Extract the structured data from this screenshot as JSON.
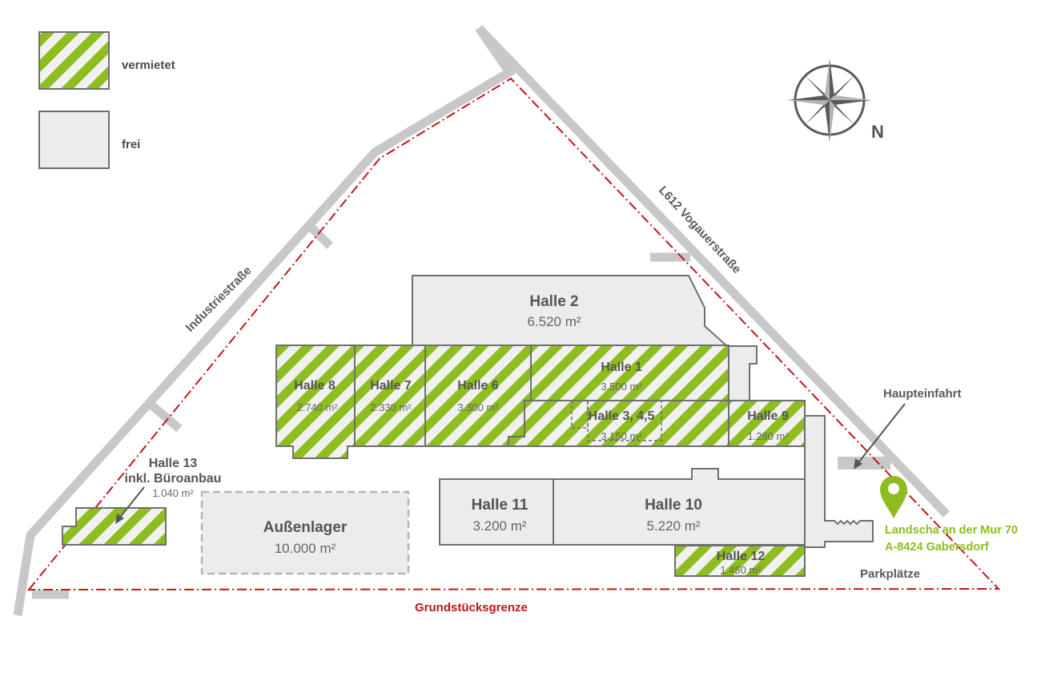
{
  "legend": {
    "rented_label": "vermietet",
    "free_label": "frei"
  },
  "compass": {
    "north_label": "N"
  },
  "roads": {
    "industriestrasse": "Industriestraße",
    "vogauerstrasse": "L612 Vogauerstraße"
  },
  "halls": {
    "halle2": {
      "name": "Halle 2",
      "area": "6.520 m²",
      "status": "frei"
    },
    "halle1": {
      "name": "Halle 1",
      "area": "3.500 m²",
      "status": "vermietet"
    },
    "halle8": {
      "name": "Halle 8",
      "area": "2.740 m²",
      "status": "vermietet"
    },
    "halle7": {
      "name": "Halle 7",
      "area": "2.330 m²",
      "status": "vermietet"
    },
    "halle6": {
      "name": "Halle 6",
      "area": "3.300 m²",
      "status": "vermietet"
    },
    "halle345": {
      "name": "Halle 3, 4,5",
      "area": "3.150 m²",
      "status": "vermietet"
    },
    "halle9": {
      "name": "Halle 9",
      "area": "1.280 m²",
      "status": "vermietet"
    },
    "halle11": {
      "name": "Halle 11",
      "area": "3.200 m²",
      "status": "frei"
    },
    "halle10": {
      "name": "Halle 10",
      "area": "5.220 m²",
      "status": "frei"
    },
    "halle12": {
      "name": "Halle 12",
      "area": "1.450 m²",
      "status": "vermietet"
    },
    "halle13": {
      "name": "Halle 13",
      "name2": "inkl. Büroanbau",
      "area": "1.040 m²",
      "status": "vermietet"
    },
    "aussenlager": {
      "name": "Außenlager",
      "area": "10.000 m²",
      "status": "frei"
    }
  },
  "labels": {
    "main_entrance": "Haupteinfahrt",
    "parking": "Parkplätze",
    "boundary": "Grundstücksgrenze"
  },
  "address": {
    "line1": "Landscha an der Mur 70",
    "line2": "A-8424 Gabersdorf"
  },
  "colors": {
    "rented_green": "#8dbd1e",
    "free_grey": "#ececec",
    "outline": "#6f6f6f",
    "road": "#c8c8c8",
    "boundary_red": "#c0151c",
    "pin_green": "#8dbd1e"
  }
}
